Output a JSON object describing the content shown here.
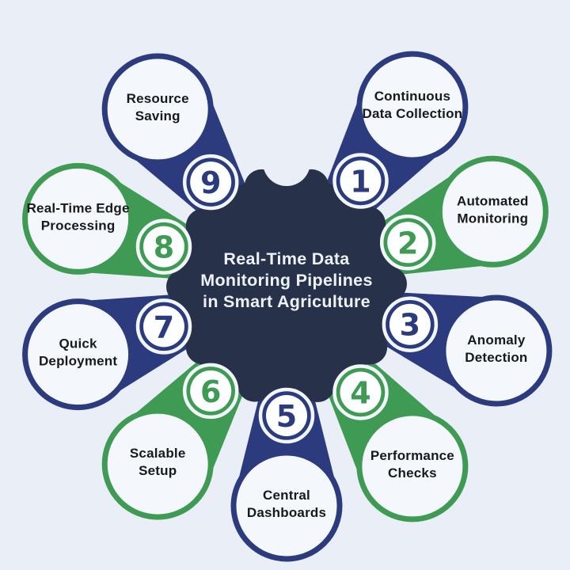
{
  "figure": {
    "title_lines": [
      "Real-Time Data",
      "Monitoring Pipelines",
      "in Smart Agriculture"
    ],
    "colors": {
      "navy": "#2b3b7e",
      "green": "#3f9b54",
      "center_fill": "#273149",
      "background": "#eaeef6",
      "circle_fill": "#f4f7fb",
      "label_text": "#17191d",
      "title_text": "#eef2f8",
      "badge_inner_fill": "#fdfeff",
      "badge_ring": "#f2f5fa"
    },
    "items": [
      {
        "number": "1",
        "label_lines": [
          "Continuous",
          "Data Collection"
        ],
        "color": "navy",
        "angle": -55
      },
      {
        "number": "2",
        "label_lines": [
          "Automated",
          "Monitoring"
        ],
        "color": "green",
        "angle": -20
      },
      {
        "number": "3",
        "label_lines": [
          "Anomaly",
          "Detection"
        ],
        "color": "navy",
        "angle": 17
      },
      {
        "number": "4",
        "label_lines": [
          "Performance",
          "Checks"
        ],
        "color": "green",
        "angle": 55
      },
      {
        "number": "5",
        "label_lines": [
          "Central",
          "Dashboards"
        ],
        "color": "navy",
        "angle": 90
      },
      {
        "number": "6",
        "label_lines": [
          "Scalable",
          "Setup"
        ],
        "color": "green",
        "angle": 126
      },
      {
        "number": "7",
        "label_lines": [
          "Quick",
          "Deployment"
        ],
        "color": "navy",
        "angle": 162
      },
      {
        "number": "8",
        "label_lines": [
          "Real-Time Edge",
          "Processing"
        ],
        "color": "green",
        "angle": 198
      },
      {
        "number": "9",
        "label_lines": [
          "Resource",
          "Saving"
        ],
        "color": "navy",
        "angle": 234
      }
    ]
  }
}
